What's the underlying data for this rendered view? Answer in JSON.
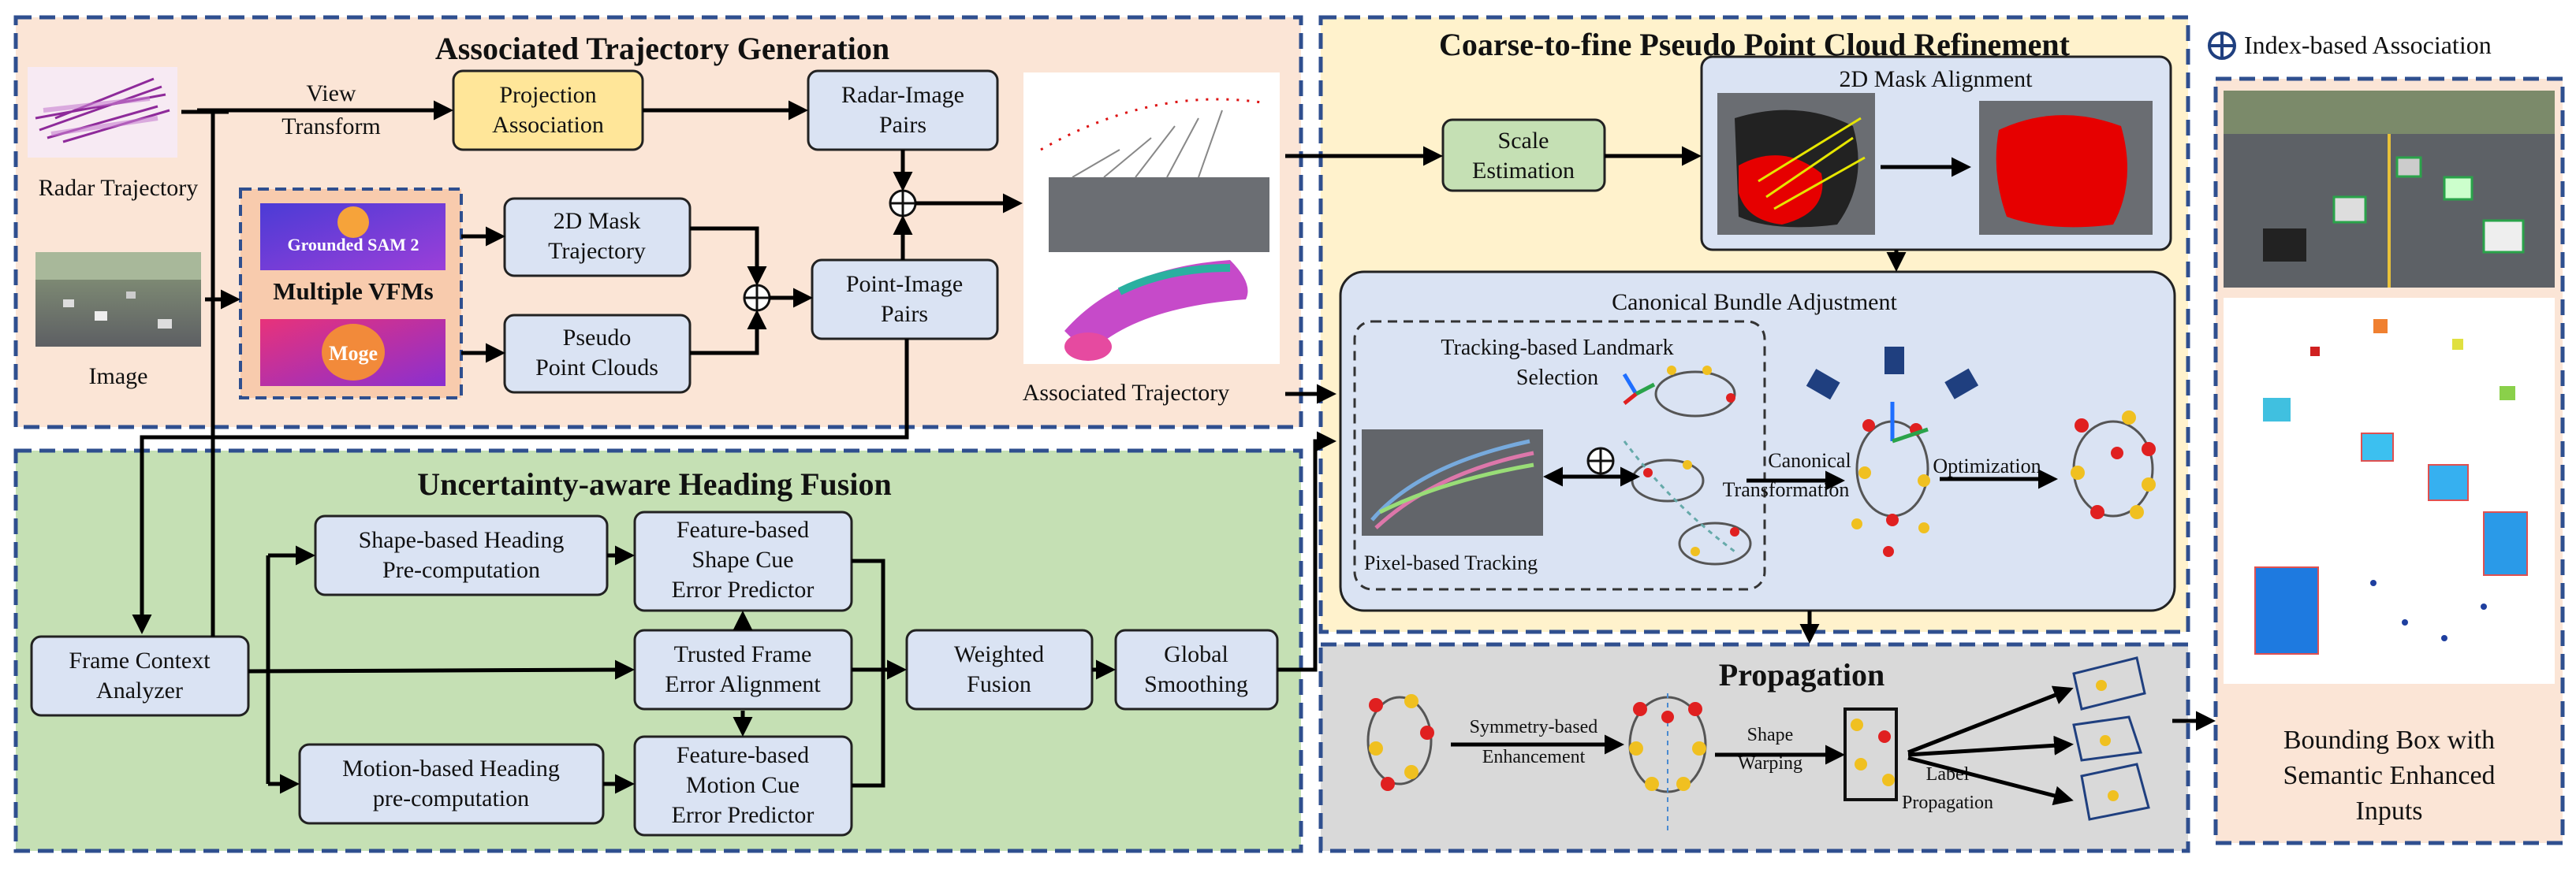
{
  "legend": {
    "text": "Index-based Association"
  },
  "atg": {
    "title": "Associated Trajectory Generation",
    "radar_trajectory": "Radar Trajectory",
    "image": "Image",
    "view_transform_1": "View",
    "view_transform_2": "Transform",
    "projection_1": "Projection",
    "projection_2": "Association",
    "radar_image_1": "Radar-Image",
    "radar_image_2": "Pairs",
    "mask_traj_1": "2D Mask",
    "mask_traj_2": "Trajectory",
    "pseudo_1": "Pseudo",
    "pseudo_2": "Point Clouds",
    "point_image_1": "Point-Image",
    "point_image_2": "Pairs",
    "vfm_label": "Multiple VFMs",
    "sam_label": "Grounded SAM 2",
    "moge_label": "Moge",
    "associated_trajectory": "Associated Trajectory"
  },
  "uhf": {
    "title": "Uncertainty-aware Heading Fusion",
    "shape_pre_1": "Shape-based Heading",
    "shape_pre_2": "Pre-computation",
    "shape_err_1": "Feature-based",
    "shape_err_2": "Shape Cue",
    "shape_err_3": "Error Predictor",
    "frame_ctx_1": "Frame Context",
    "frame_ctx_2": "Analyzer",
    "trusted_1": "Trusted Frame",
    "trusted_2": "Error Alignment",
    "weighted_1": "Weighted",
    "weighted_2": "Fusion",
    "global_1": "Global",
    "global_2": "Smoothing",
    "motion_pre_1": "Motion-based Heading",
    "motion_pre_2": "pre-computation",
    "motion_err_1": "Feature-based",
    "motion_err_2": "Motion Cue",
    "motion_err_3": "Error Predictor"
  },
  "c2f": {
    "title": "Coarse-to-fine Pseudo Point Cloud Refinement",
    "scale_1": "Scale",
    "scale_2": "Estimation",
    "mask_align": "2D Mask Alignment",
    "cba_title": "Canonical Bundle Adjustment",
    "landmark_1": "Tracking-based Landmark",
    "landmark_2": "Selection",
    "pixel_tracking": "Pixel-based Tracking",
    "canonical_1": "Canonical",
    "canonical_2": "Transformation",
    "optimization": "Optimization"
  },
  "prop": {
    "title": "Propagation",
    "symmetry_1": "Symmetry-based",
    "symmetry_2": "Enhancement",
    "shape_warp_1": "Shape",
    "shape_warp_2": "Warping",
    "label_prop_1": "Label",
    "label_prop_2": "Propagation"
  },
  "output": {
    "line_1": "Bounding Box with",
    "line_2": "Semantic Enhanced",
    "line_3": "Inputs"
  }
}
